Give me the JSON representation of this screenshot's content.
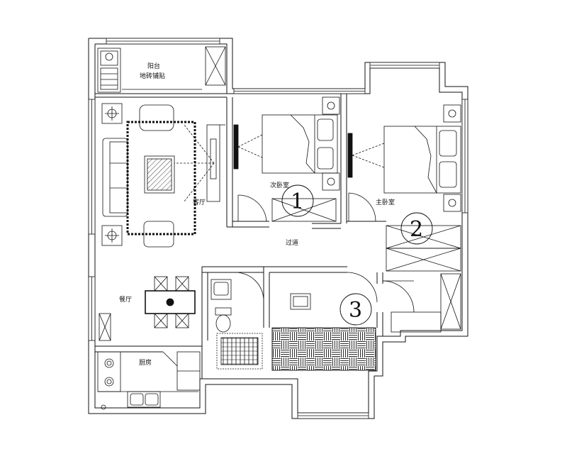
{
  "rooms": {
    "balcony": "阳台",
    "balcony_note": "地砖铺贴",
    "living": "客厅",
    "second_bedroom": "次卧室",
    "master_bedroom": "主卧室",
    "corridor": "过道",
    "dining": "餐厅",
    "kitchen": "厨房"
  },
  "markers": [
    "1",
    "2",
    "3"
  ]
}
